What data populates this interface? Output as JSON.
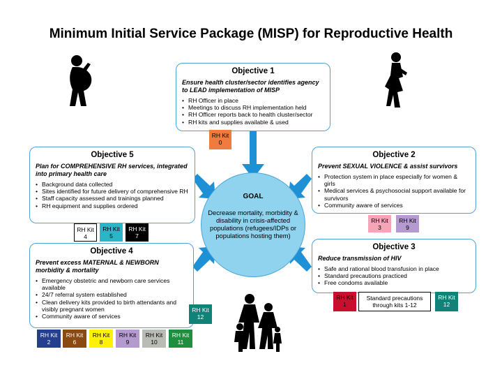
{
  "title": "Minimum Initial Service Package (MISP) for Reproductive Health",
  "objective1": {
    "heading": "Objective 1",
    "subtitle": "Ensure health cluster/sector identifies agency to LEAD implementation of MISP",
    "items": [
      "RH Officer in place",
      "Meetings to discuss RH implementation held",
      "RH Officer reports back to health cluster/sector",
      "RH kits and supplies available & used"
    ]
  },
  "objective2": {
    "heading": "Objective 2",
    "subtitle": "Prevent SEXUAL VIOLENCE & assist survivors",
    "items": [
      "Protection system in place especially for women & girls",
      "Medical services & psychosocial support available for survivors",
      "Community aware of services"
    ]
  },
  "objective3": {
    "heading": "Objective 3",
    "subtitle": "Reduce transmission of HIV",
    "items": [
      "Safe and rational blood transfusion in place",
      "Standard precautions practiced",
      "Free condoms available"
    ]
  },
  "objective4": {
    "heading": "Objective 4",
    "subtitle": "Prevent excess MATERNAL & NEWBORN morbidity & mortality",
    "items": [
      "Emergency obstetric and newborn care services available",
      "24/7 referral system established",
      "Clean delivery kits provided to birth attendants and visibly pregnant women",
      "Community aware of services"
    ]
  },
  "objective5": {
    "heading": "Objective 5",
    "subtitle": "Plan for COMPREHENSIVE RH services, integrated into primary health care",
    "items": [
      "Background data collected",
      "Sites identified for future delivery of comprehensive RH",
      "Staff capacity assessed and trainings planned",
      "RH equipment and supplies ordered"
    ]
  },
  "goal": {
    "heading": "GOAL",
    "description": "Decrease mortality, morbidity & disability in crisis-affected populations (refugees/IDPs or populations hosting them)"
  },
  "kits": {
    "label": "RH Kit",
    "k0": "0",
    "k1": "1",
    "k2": "2",
    "k3": "3",
    "k4": "4",
    "k5": "5",
    "k6": "6",
    "k7": "7",
    "k8": "8",
    "k9": "9",
    "k10": "10",
    "k11": "11",
    "k12": "12"
  },
  "standard_precautions": "Standard precautions through kits 1-12",
  "colors": {
    "border": "#4aa6d8",
    "arrow": "#1e90d6",
    "goal_fill": "#8fd3ef",
    "kit0": "#ef7b3e",
    "kit1": "#c8102e",
    "kit2": "#243f8f",
    "kit3": "#f4a6b8",
    "kit4": "#ffffff",
    "kit5": "#2ab5c9",
    "kit6": "#8b4a12",
    "kit7": "#000000",
    "kit8": "#fff200",
    "kit9": "#b59ad0",
    "kit10": "#b8bcb5",
    "kit11": "#1f8f3f",
    "kit12": "#0f8378"
  },
  "icons": [
    "pregnant-woman-icon",
    "woman-figure-icon",
    "family-icon"
  ]
}
